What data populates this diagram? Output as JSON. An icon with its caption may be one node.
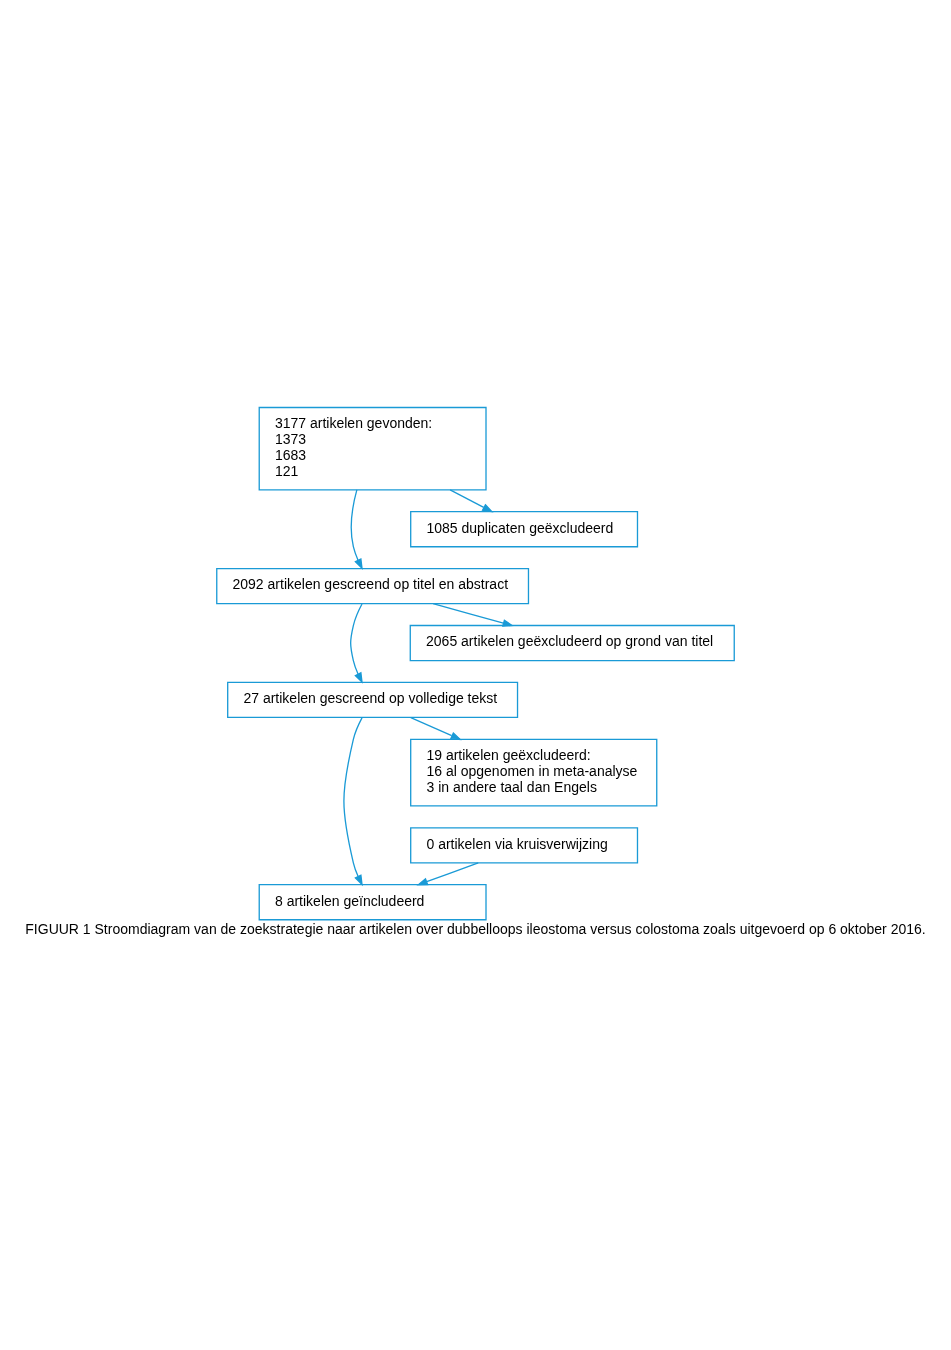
{
  "diagram": {
    "caption": "FIGUUR 1 Stroomdiagram van de zoekstrategie naar artikelen over dubbelloops ileostoma versus colostoma zoals uitgevoerd op 6 oktober 2016.",
    "nodes": [
      {
        "text": [
          "3177 artikelen gevonden:",
          "1373",
          "1683",
          "121"
        ]
      },
      {
        "text": [
          "1085 duplicaten geëxcludeerd"
        ]
      },
      {
        "text": [
          "2092 artikelen gescreend op titel en abstract"
        ]
      },
      {
        "text": [
          "2065 artikelen geëxcludeerd op grond van titel"
        ]
      },
      {
        "text": [
          "27 artikelen gescreend op volledige tekst"
        ]
      },
      {
        "text": [
          "19 artikelen geëxcludeerd:",
          "16 al opgenomen in meta-analyse",
          "3 in andere taal dan Engels"
        ]
      },
      {
        "text": [
          "0 artikelen via kruisverwijzing"
        ]
      },
      {
        "text": [
          "8 artikelen geïncludeerd"
        ]
      }
    ],
    "edges": [
      {
        "from": 0,
        "to": 1,
        "arrow": "to"
      },
      {
        "from": 0,
        "to": 2,
        "arrow": "to"
      },
      {
        "from": 2,
        "to": 3,
        "arrow": "to"
      },
      {
        "from": 2,
        "to": 4,
        "arrow": "to"
      },
      {
        "from": 4,
        "to": 5,
        "arrow": "to"
      },
      {
        "from": 4,
        "to": 7,
        "arrow": "to"
      },
      {
        "from": 6,
        "to": 7,
        "arrow": "to"
      }
    ]
  }
}
